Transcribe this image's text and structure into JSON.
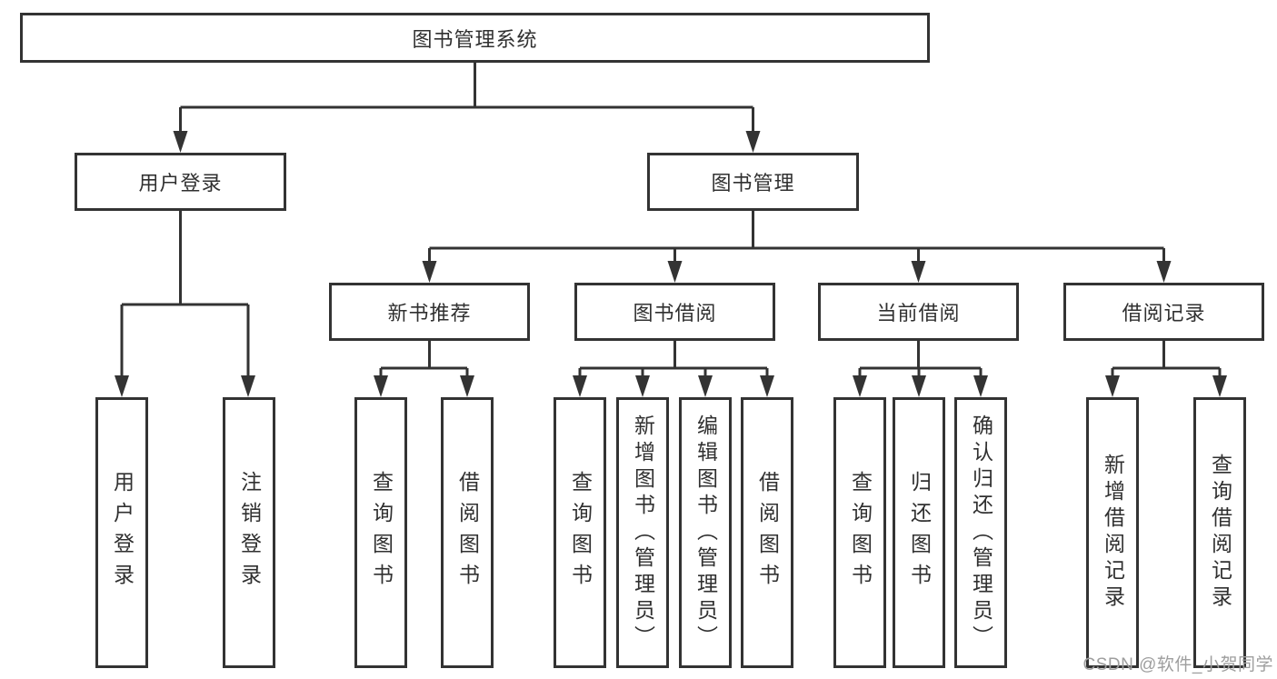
{
  "diagram": {
    "title": "图书管理系统",
    "colors": {
      "line": "#333333",
      "text": "#303030",
      "watermark_text": "#9e9e9e",
      "background": "#ffffff"
    },
    "nodes": {
      "root": {
        "label": "图书管理系统"
      },
      "user_login": {
        "label": "用户登录"
      },
      "book_mgmt": {
        "label": "图书管理"
      },
      "new_book_rec": {
        "label": "新书推荐"
      },
      "book_borrow": {
        "label": "图书借阅"
      },
      "current_borrow": {
        "label": "当前借阅"
      },
      "borrow_records": {
        "label": "借阅记录"
      },
      "leaves": {
        "user_login_leaf": "用户登录",
        "logout_leaf": "注销登录",
        "query_books_new": "查询图书",
        "borrow_books_new": "借阅图书",
        "query_books_borrow": "查询图书",
        "add_book_admin": "新增图书（管理员）",
        "edit_book_admin": "编辑图书（管理员）",
        "borrow_books_borrow": "借阅图书",
        "query_books_current": "查询图书",
        "return_book": "归还图书",
        "confirm_return_admin": "确认归还（管理员）",
        "add_borrow_record": "新增借阅记录",
        "query_borrow_record": "查询借阅记录"
      }
    },
    "tree": {
      "图书管理系统": {
        "用户登录": [
          "用户登录",
          "注销登录"
        ],
        "图书管理": {
          "新书推荐": [
            "查询图书",
            "借阅图书"
          ],
          "图书借阅": [
            "查询图书",
            "新增图书（管理员）",
            "编辑图书（管理员）",
            "借阅图书"
          ],
          "当前借阅": [
            "查询图书",
            "归还图书",
            "确认归还（管理员）"
          ],
          "借阅记录": [
            "新增借阅记录",
            "查询借阅记录"
          ]
        }
      }
    },
    "watermark": "CSDN @软件_小贺同学"
  }
}
